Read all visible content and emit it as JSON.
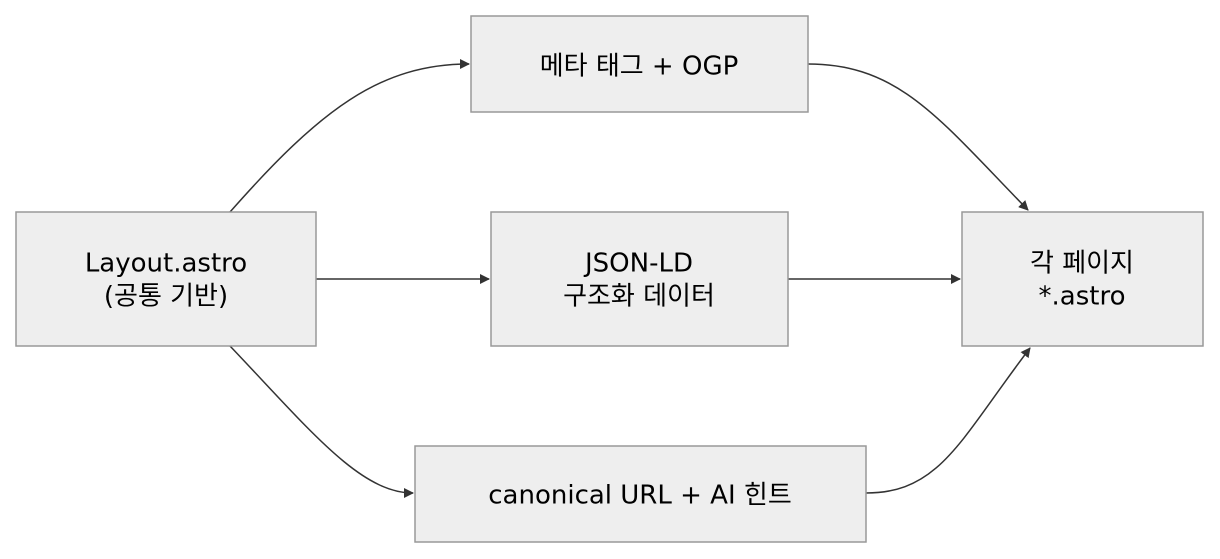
{
  "diagram": {
    "colors": {
      "node_fill": "#eeeeee",
      "node_border": "#999999",
      "edge": "#333333",
      "text": "#000000"
    },
    "nodes": {
      "layout": {
        "line1": "Layout.astro",
        "line2": "(공통 기반)"
      },
      "meta": {
        "line1": "메타 태그 + OGP"
      },
      "jsonld": {
        "line1": "JSON-LD",
        "line2": "구조화 데이터"
      },
      "canonical": {
        "line1": "canonical URL + AI 힌트"
      },
      "pages": {
        "line1": "각 페이지",
        "line2": "*.astro"
      }
    },
    "edges": [
      {
        "from": "layout",
        "to": "meta"
      },
      {
        "from": "layout",
        "to": "jsonld"
      },
      {
        "from": "layout",
        "to": "canonical"
      },
      {
        "from": "meta",
        "to": "pages"
      },
      {
        "from": "jsonld",
        "to": "pages"
      },
      {
        "from": "canonical",
        "to": "pages"
      }
    ]
  }
}
